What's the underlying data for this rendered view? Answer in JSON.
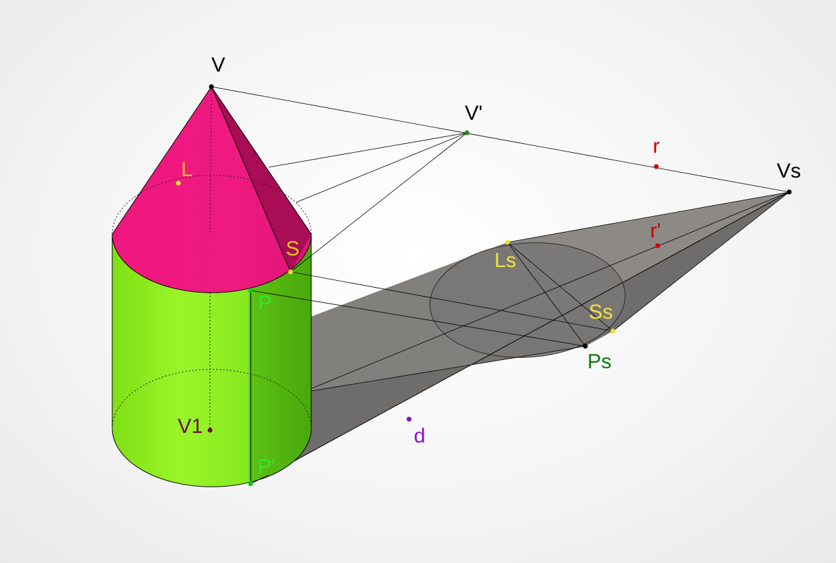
{
  "labels": {
    "V": "V",
    "V_prime": "V'",
    "r": "r",
    "Vs": "Vs",
    "L": "L",
    "r_prime": "r'",
    "S": "S",
    "Ls": "Ls",
    "P": "P",
    "Ss": "Ss",
    "Ps": "Ps",
    "V1": "V1",
    "d": "d",
    "P_prime": "P'"
  },
  "colors": {
    "cone": "#e8127a",
    "cone_dark": "#a80a55",
    "cylinder": "#8cf01e",
    "cylinder_dark": "#4fb510",
    "shadow_light": "#8f8f8f",
    "shadow_dark": "#6e6e6e",
    "point_red": "#d40000",
    "point_yellow": "#f0e020",
    "point_green": "#19c419",
    "point_black": "#000000",
    "point_purple": "#7a10c0",
    "point_maroon": "#6a1230"
  }
}
